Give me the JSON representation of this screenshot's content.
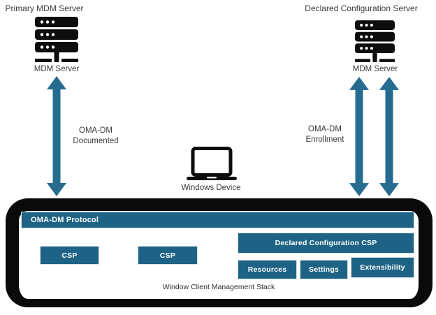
{
  "colors": {
    "box_fill": "#1E6385",
    "arrow_fill": "#266C90",
    "frame": "#0A0A0A",
    "label_text": "#3B3B3B",
    "box_text": "#FFFFFF"
  },
  "left_server": {
    "title": "Primary MDM Server",
    "caption": "MDM Server",
    "icon": "server-stack-icon"
  },
  "right_server": {
    "title": "Declared Configuration Server",
    "caption": "MDM Server",
    "icon": "server-stack-icon"
  },
  "connections": {
    "left": {
      "line1": "OMA-DM",
      "line2": "Documented",
      "icon": "bidirectional-arrow-icon"
    },
    "right": {
      "line1": "OMA-DM",
      "line2": "Enrollment",
      "icon": "bidirectional-arrow-icon",
      "arrow_count": 2
    }
  },
  "device": {
    "caption": "Windows Device",
    "icon": "laptop-icon"
  },
  "stack": {
    "protocol": "OMA-DM Protocol",
    "csp_left": "CSP",
    "csp_mid": "CSP",
    "declared_csp": "Declared Configuration CSP",
    "sub": [
      {
        "label": "Resources"
      },
      {
        "label": "Settings"
      },
      {
        "label": "Extensibility"
      }
    ],
    "caption": "Window Client Management Stack"
  }
}
